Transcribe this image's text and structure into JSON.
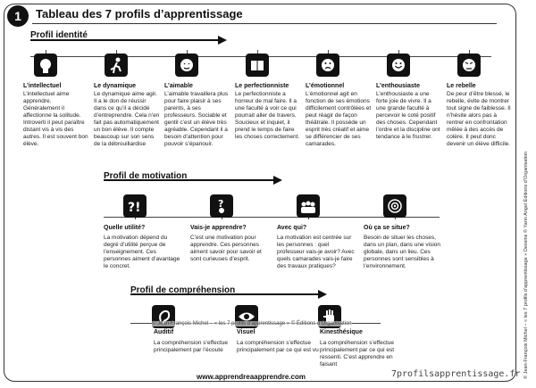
{
  "document": {
    "number": "1",
    "title": "Tableau des 7 profils d’apprentissage",
    "side_credit": "© Jean-François Michel – « les 7 profils d’apprentissage » Dessins © Yann Angel Éditions d’Organisation",
    "overlay_credit": "© Jean-François Michel – « les 7 profils d’apprentissage » © Éditions d’Organisation",
    "footer_url": "www.apprendreaapprendre.com",
    "watermark": "7profilsapprentissage.fr"
  },
  "identite": {
    "title": "Profil identité",
    "profiles": [
      {
        "name": "L’intellectuel",
        "icon": "head-profile-icon",
        "text": "L’intellectuel aime apprendre. Généralement il affectionne la solitude. Introverti il peut paraître distant vis à vis des autres. Il est souvent bon élève."
      },
      {
        "name": "Le dynamique",
        "icon": "running-figure-icon",
        "text": "Le dynamique aime agir. Il a le don de réussir dans ce qu’il a décidé d’entreprendre. Cela n’en fait pas automatiquement un bon élève. Il compte beaucoup sur son sens de la débrouillardise"
      },
      {
        "name": "L’aimable",
        "icon": "heart-face-icon",
        "text": "L’aimable travaillera plus pour faire plaisir à ses parents, à ses professeurs. Sociable et gentil c’est un élève très agréable. Cependant il a besoin d’attention pour pouvoir s’épanouir."
      },
      {
        "name": "Le perfectionniste",
        "icon": "book-face-icon",
        "text": "Le perfectionniste a horreur de mal faire. Il a une faculté à voir ce qui pourrait aller de travers. Soucieux et inquiet, il prend le temps de faire les choses correctement."
      },
      {
        "name": "L’émotionnel",
        "icon": "emotional-face-icon",
        "text": "L’émotionnel agit en fonction de ses émotions difficilement contrôlées et peut réagir de façon théâtrale. Il possède un esprit très créatif et aime se différencier de ses camarades."
      },
      {
        "name": "L’enthousiaste",
        "icon": "smiling-face-icon",
        "text": "L’enthousiaste a une forte joie de vivre. Il a une grande faculté à percevoir le coté positif des choses. Cependant l’ordre et la discipline ont tendance à le frustrer."
      },
      {
        "name": "Le rebelle",
        "icon": "rebel-face-icon",
        "text": "De peur d’être blessé, le rebelle, évite de montrer tout signe de faiblesse. Il n’hésite alors pas à rentrer en confrontation mêlée à des accès de colère. Il peut donc devenir un élève difficile."
      }
    ]
  },
  "motivation": {
    "title": "Profil de motivation",
    "profiles": [
      {
        "name": "Quelle utilité?",
        "icon": "question-marks-icon",
        "text": "La motivation dépend du degré d’utilité perçue de l’enseignement. Ces personnes aiment d’avantage le concret."
      },
      {
        "name": "Vais-je apprendre?",
        "icon": "thinking-person-icon",
        "text": "C’est une motivation pour apprendre. Ces personnes aiment savoir pour savoir et sont curieuses d’esprit."
      },
      {
        "name": "Avec qui?",
        "icon": "group-people-icon",
        "text": "La motivation est centrée sur les personnes : quel professeur vais-je avoir? Avec quels camarades vais-je faire des travaux pratiques?"
      },
      {
        "name": "Où ça se situe?",
        "icon": "location-target-icon",
        "text": "Besoin de situer les choses, dans un plan, dans une vision globale, dans un lieu. Ces personnes sont sensibles à l’environnement."
      }
    ]
  },
  "comprehension": {
    "title": "Profil de compréhension",
    "profiles": [
      {
        "name": "Auditif",
        "icon": "ear-icon",
        "text": "La compréhension s’effectue principalement par l’écoute"
      },
      {
        "name": "Visuel",
        "icon": "eye-icon",
        "text": "La compréhension s’effectue principalement par ce qui est vu"
      },
      {
        "name": "Kinesthésique",
        "icon": "hand-icon",
        "text": "La compréhension s’effectue principalement par ce qui est ressenti. C’est apprendre en faisant"
      }
    ]
  }
}
